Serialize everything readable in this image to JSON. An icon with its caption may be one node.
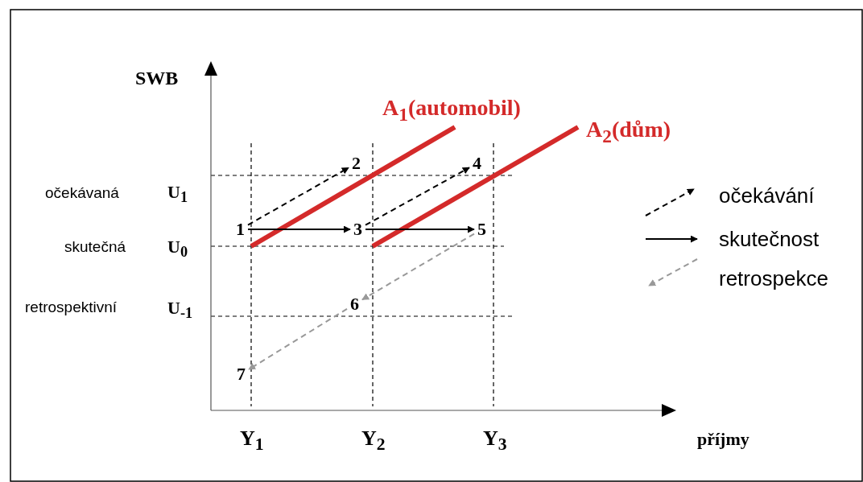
{
  "diagram": {
    "nodes": [
      {
        "text": [
          "1"
        ]
      },
      {
        "text": [
          "2"
        ]
      },
      {
        "text": [
          "3"
        ]
      },
      {
        "text": [
          "4"
        ]
      },
      {
        "text": [
          "5"
        ]
      },
      {
        "text": [
          "6"
        ]
      },
      {
        "text": [
          "7"
        ]
      }
    ],
    "edges": [
      {
        "from": 0,
        "to": 1,
        "arrow": "to",
        "style": "dashed"
      },
      {
        "from": 0,
        "to": 2,
        "arrow": "to"
      },
      {
        "from": 2,
        "to": 3,
        "arrow": "to",
        "style": "dashed"
      },
      {
        "from": 2,
        "to": 4,
        "arrow": "to"
      },
      {
        "from": 4,
        "to": 5,
        "arrow": "to",
        "style": "dashed",
        "color": "#999999"
      },
      {
        "from": 5,
        "to": 6,
        "arrow": "to",
        "style": "dashed",
        "color": "#999999"
      }
    ],
    "labels": [
      "SWB",
      "A$_{1}$(automobil)",
      "A$_{2}$(dům)",
      "očekávaná",
      "U$_{1}$",
      "skutečná",
      "U$_{0}$",
      "retrospektivní",
      "U$_{-1}$",
      "Y$_{1}$",
      "Y$_{2}$",
      "Y$_{3}$",
      "příjmy"
    ],
    "legend": [
      {
        "text": "očekávání"
      },
      {
        "text": "skutečnost"
      },
      {
        "text": "retrospekce"
      }
    ]
  }
}
